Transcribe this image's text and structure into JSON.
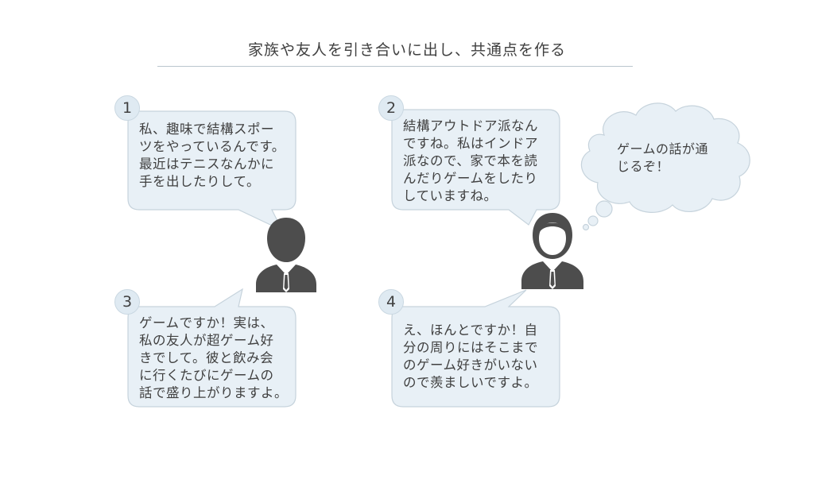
{
  "title": "家族や友人を引き合いに出し、共通点を作る",
  "colors": {
    "bubble_fill": "#e8f0f6",
    "bubble_stroke": "#c6d3dc",
    "badge_fill": "#dfeaf2",
    "person": "#4d4d4d",
    "text": "#404040"
  },
  "bubbles": [
    {
      "number": "1",
      "text": "私、趣味で結構スポー\nツをやっているんです。\n最近はテニスなんかに\n手を出したりして。"
    },
    {
      "number": "2",
      "text": "結構アウトドア派なん\nですね。私はインドア\n派なので、家で本を読\nんだりゲームをしたり\nしていますね。"
    },
    {
      "number": "3",
      "text": "ゲームですか！実は、\n私の友人が超ゲーム好\nきでして。彼と飲み会\nに行くたびにゲームの\n話で盛り上がりますよ。"
    },
    {
      "number": "4",
      "text": "え、ほんとですか！自\n分の周りにはそこまで\nのゲーム好きがいない\nので羨ましいですよ。"
    }
  ],
  "thought": {
    "text": "ゲームの話が通\nじるぞ！"
  },
  "icons": {
    "left_person": "businessman-icon",
    "right_person": "businessman-icon"
  }
}
